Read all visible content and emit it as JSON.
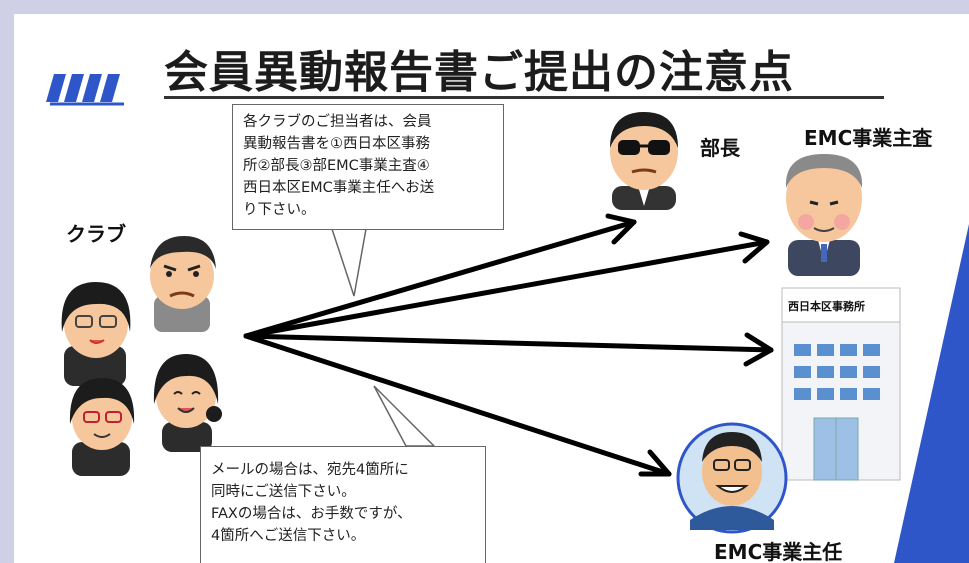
{
  "title": "会員異動報告書ご提出の注意点",
  "callout_top": "各クラブのご担当者は、会員\n異動報告書を①西日本区事務\n所②部長③部EMC事業主査④\n西日本区EMC事業主任へお送\nり下さい。",
  "callout_bottom": "メールの場合は、宛先4箇所に\n同時にご送信下さい。\nFAXの場合は、お手数ですが、\n4箇所へご送信下さい。",
  "labels": {
    "club": "クラブ",
    "bucho": "部長",
    "shusa": "EMC事業主査",
    "office_sign": "西日本区事務所",
    "shunin": "EMC事業主任"
  },
  "colors": {
    "accent_blue": "#2e56c8",
    "background": "#cfd0e6"
  }
}
